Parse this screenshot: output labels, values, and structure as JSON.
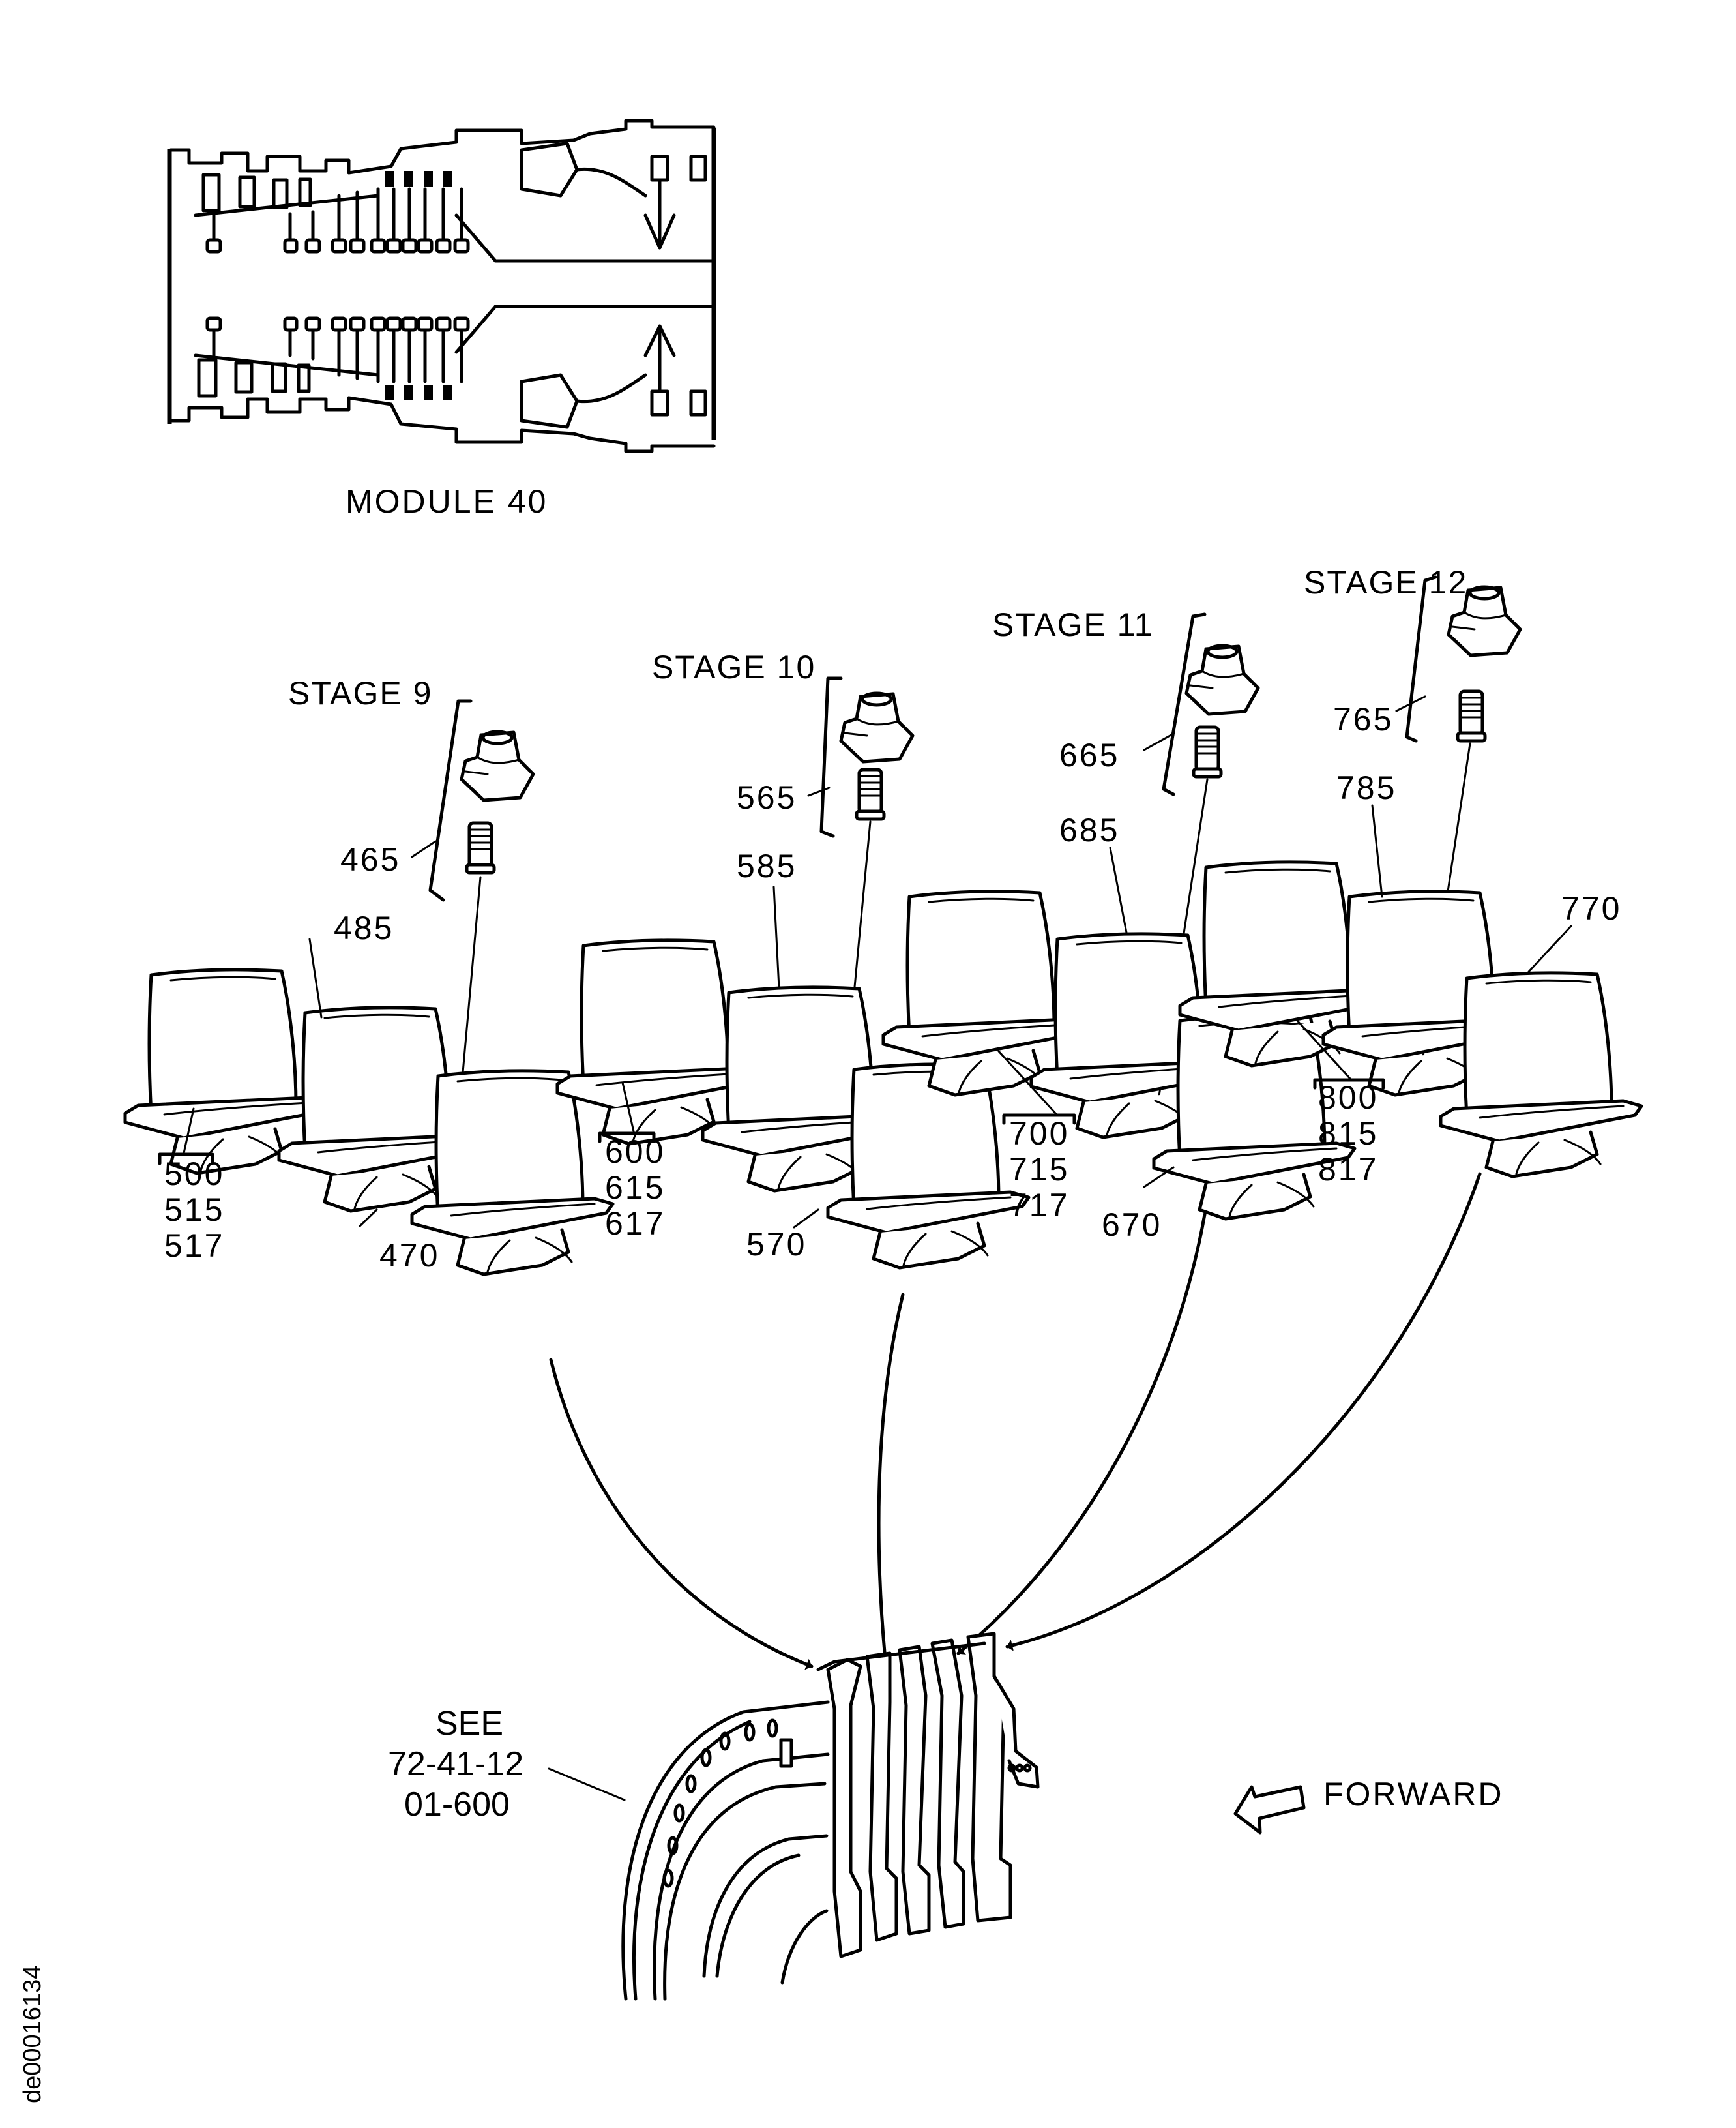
{
  "figure": {
    "module_label": "MODULE 40",
    "document_id": "de00016134",
    "reference_note": {
      "line1": "SEE",
      "line2": "72-41-12",
      "line3": "01-600"
    },
    "direction_label": "FORWARD",
    "stages": [
      {
        "name": "STAGE 9",
        "hardware_callout": "465",
        "blade_callouts": [
          "485",
          "470"
        ],
        "blade_group_callout": [
          "500",
          "515",
          "517"
        ]
      },
      {
        "name": "STAGE 10",
        "hardware_callout": "565",
        "blade_callouts": [
          "585",
          "570"
        ],
        "blade_group_callout": [
          "600",
          "615",
          "617"
        ]
      },
      {
        "name": "STAGE 11",
        "hardware_callout": "665",
        "blade_callouts": [
          "685",
          "670"
        ],
        "blade_group_callout": [
          "700",
          "715",
          "717"
        ]
      },
      {
        "name": "STAGE 12",
        "hardware_callout": "765",
        "blade_callouts": [
          "785",
          "770"
        ],
        "blade_group_callout": [
          "800",
          "815",
          "817"
        ]
      }
    ]
  }
}
